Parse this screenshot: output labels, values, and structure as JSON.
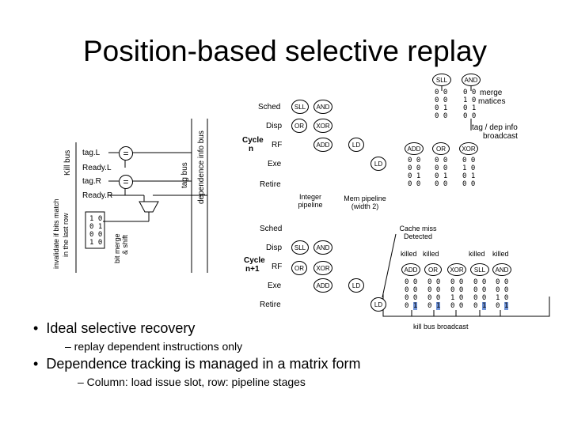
{
  "title": "Position-based selective replay",
  "left": {
    "kill_bus": "Kill bus",
    "invalidate": "invalidate if bits match",
    "invalidate2": "in the last row",
    "tag_l": "tag.L",
    "ready_l": "Ready.L",
    "tag_r": "tag.R",
    "ready_r": "Ready.R",
    "eq": "=",
    "bits": [
      "1 0",
      "0 1",
      "0 0",
      "1 0"
    ],
    "bit_merge": "bit merge",
    "shift": "& shift",
    "tag_bus": "tag bus",
    "dep_bus": "dependence info bus"
  },
  "pipeline": {
    "sched": "Sched",
    "disp": "Disp",
    "rf": "RF",
    "exe": "Exe",
    "retire": "Retire",
    "cycle_n": "Cycle",
    "cycle_n2": "n",
    "cycle_n1": "Cycle",
    "cycle_n1b": "n+1",
    "int_pipe": "Integer",
    "int_pipe2": "pipeline",
    "mem_pipe": "Mem pipeline",
    "mem_pipe2": "(width 2)"
  },
  "ops": {
    "sll": "SLL",
    "and": "AND",
    "or": "OR",
    "xor": "XOR",
    "add": "ADD",
    "ld": "LD"
  },
  "right": {
    "merge": "merge",
    "matices": "matices",
    "tag_dep": "tag / dep info",
    "broadcast": "broadcast",
    "cache_miss": "Cache miss",
    "detected": "Detected",
    "killed": "killed",
    "kill_bus_broadcast": "kill bus broadcast",
    "m_sll": [
      "0 0",
      "0 0",
      "0 1",
      "0 0"
    ],
    "m_and": [
      "0 0",
      "1 0",
      "0 1",
      "0 0"
    ],
    "m_add": [
      "0 0",
      "0 0",
      "0 1",
      "0 0"
    ],
    "m_or": [
      "0 0",
      "0 0",
      "0 1",
      "0 0"
    ],
    "m_xor": [
      "0 0",
      "1 0",
      "0 1",
      "0 0"
    ],
    "k_add": [
      "0 0",
      "0 0",
      "0 0",
      "0 1"
    ],
    "k_or": [
      "0 0",
      "0 0",
      "0 0",
      "0 1"
    ],
    "k_xor": [
      "0 0",
      "0 0",
      "1 0",
      "0 0"
    ],
    "k_sll": [
      "0 0",
      "0 0",
      "0 0",
      "0 1"
    ],
    "k_and": [
      "0 0",
      "0 0",
      "1 0",
      "0 1"
    ]
  },
  "bullets": {
    "b1": "Ideal selective recovery",
    "b1_sub": "– replay dependent instructions only",
    "b2": "Dependence tracking is managed in a matrix form",
    "b2_sub": "– Column: load issue slot, row: pipeline stages",
    "dot": "•"
  }
}
